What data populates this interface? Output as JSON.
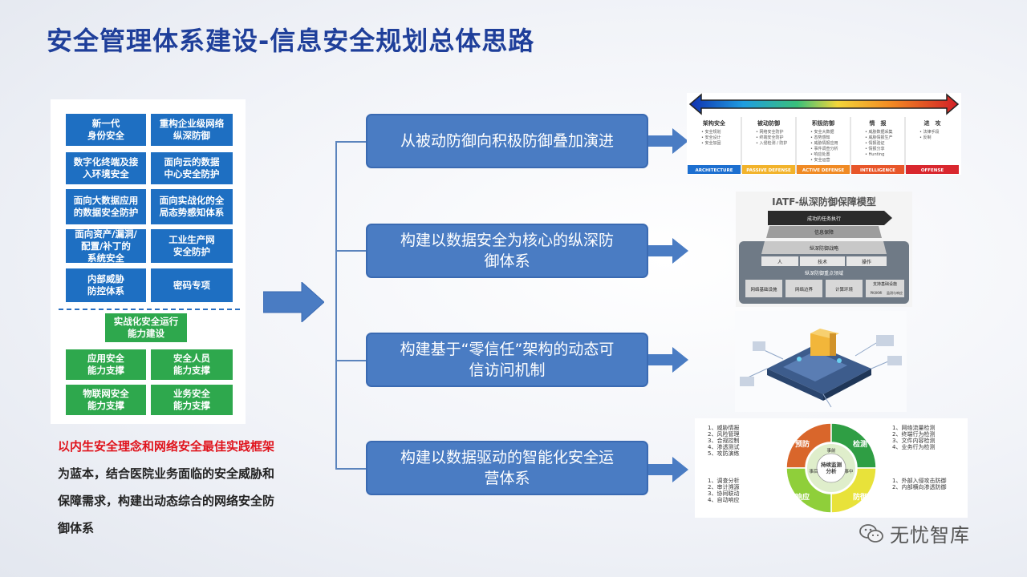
{
  "title": "安全管理体系建设-信息安全规划总体思路",
  "left_panel": {
    "blue_cells": [
      "新一代\n身份安全",
      "重构企业级网络\n纵深防御",
      "数字化终端及接\n入环境安全",
      "面向云的数据\n中心安全防护",
      "面向大数据应用\n的数据安全防护",
      "面向实战化的全\n局态势感知体系",
      "面向资产/漏洞/\n配置/补丁的\n系统安全",
      "工业生产网\n安全防护",
      "内部威胁\n防控体系",
      "密码专项"
    ],
    "ops_cell": "实战化安全运行\n能力建设",
    "green_cells": [
      "应用安全\n能力支撑",
      "安全人员\n能力支撑",
      "物联网安全\n能力支撑",
      "业务安全\n能力支撑"
    ]
  },
  "note": {
    "highlight": "以内生安全理念和网络安全最佳实践框架",
    "rest": "为蓝本，结合医院业务面临的安全威胁和保障需求，构建出动态综合的网络安全防御体系"
  },
  "approaches": [
    "从被动防御向积极防御叠加演进",
    "构建以数据安全为核心的纵深防御体系",
    "构建基于“零信任”架构的动态可信访问机制",
    "构建以数据驱动的智能化安全运营体系"
  ],
  "img1": {
    "columns": [
      {
        "title": "架构安全",
        "items": [
          "安全规划",
          "安全设计",
          "安全加固"
        ],
        "footer": "ARCHITECTURE",
        "color": "#1c6fd0"
      },
      {
        "title": "被动防御",
        "items": [
          "网络安全防护",
          "终端安全防护",
          "入侵检测 / 防护"
        ],
        "footer": "PASSIVE DEFENSE",
        "color": "#f2b32b"
      },
      {
        "title": "积极防御",
        "items": [
          "安全大数据",
          "态势感知",
          "威胁情报应用",
          "事件调查分析",
          "响应处置",
          "安全运营"
        ],
        "footer": "ACTIVE DEFENSE",
        "color": "#f08a24"
      },
      {
        "title": "情　报",
        "items": [
          "威胁数据采集",
          "威胁情报生产",
          "情报验证",
          "情报分享",
          "Hunting"
        ],
        "footer": "INTELLIGENCE",
        "color": "#e8562a"
      },
      {
        "title": "进　攻",
        "items": [
          "法律手段",
          "反制"
        ],
        "footer": "OFFENSE",
        "color": "#d9272e"
      }
    ]
  },
  "img2": {
    "title": "IATF-纵深防御保障模型",
    "arrow_text": "成功的任务执行",
    "layer2": "信息保障",
    "layer3": "纵深防御战略",
    "people": "人",
    "tech": "技术",
    "ops": "操作",
    "zone": "纵深防御重点领域",
    "boxes": [
      "网络基础设施",
      "网络边界",
      "计算环境",
      "支持基础设施"
    ],
    "sub": [
      "PKI/KMI",
      "监测与响应"
    ]
  },
  "img4": {
    "left_top": [
      "1、威胁情报",
      "2、风险管理",
      "3、合规控制",
      "4、渗透测试",
      "5、攻防演练"
    ],
    "left_bottom": [
      "1、调查分析",
      "2、审计溯源",
      "3、协同联动",
      "4、自动响应"
    ],
    "right_top": [
      "1、网络流量检测",
      "2、终端行为检测",
      "3、文件内容检测",
      "4、业务行为检测"
    ],
    "right_bottom": [
      "1、外部入侵攻击防御",
      "2、内部横向渗透防御"
    ],
    "center": "持续监测\n分析",
    "quadrants": [
      "预防",
      "检测",
      "防御",
      "响应"
    ],
    "inner": [
      "事前",
      "事中",
      "事后"
    ]
  },
  "brand": "无忧智库"
}
